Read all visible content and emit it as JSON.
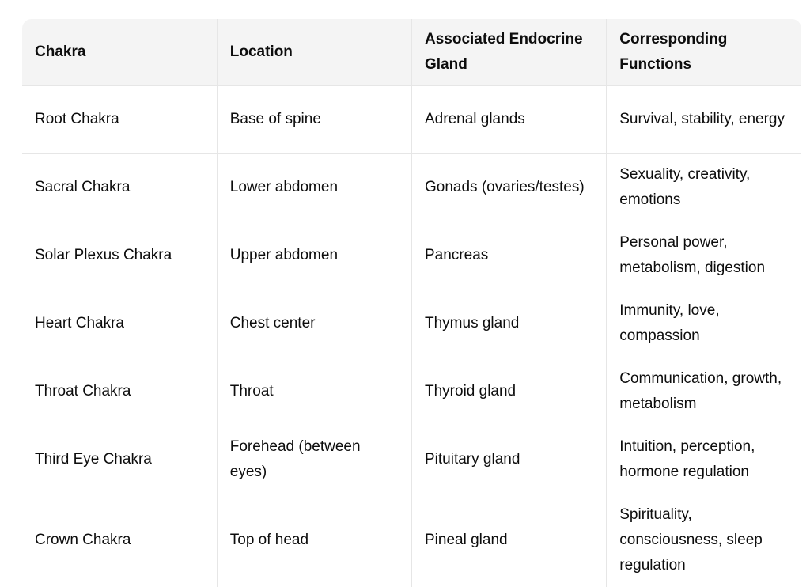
{
  "headers": [
    "Chakra",
    "Location",
    "Associated Endocrine Gland",
    "Corresponding Functions"
  ],
  "rows": [
    [
      "Root Chakra",
      "Base of spine",
      "Adrenal glands",
      "Survival, stability, energy"
    ],
    [
      "Sacral Chakra",
      "Lower abdomen",
      "Gonads (ovaries/testes)",
      "Sexuality, creativity, emotions"
    ],
    [
      "Solar Plexus Chakra",
      "Upper abdomen",
      "Pancreas",
      "Personal power, metabolism, digestion"
    ],
    [
      "Heart Chakra",
      "Chest center",
      "Thymus gland",
      "Immunity, love, compassion"
    ],
    [
      "Throat Chakra",
      "Throat",
      "Thyroid gland",
      "Communication, growth, metabolism"
    ],
    [
      "Third Eye Chakra",
      "Forehead (between eyes)",
      "Pituitary gland",
      "Intuition, perception, hormone regulation"
    ],
    [
      "Crown Chakra",
      "Top of head",
      "Pineal gland",
      "Spirituality, consciousness, sleep regulation"
    ]
  ]
}
